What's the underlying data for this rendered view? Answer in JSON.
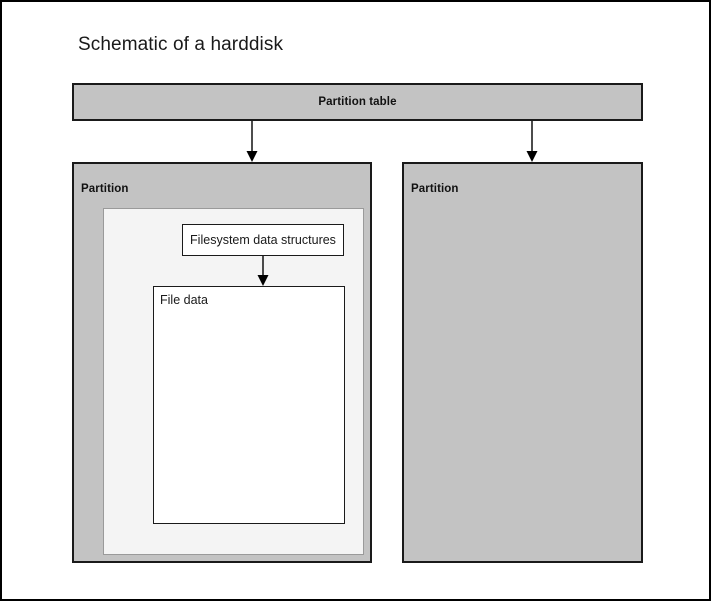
{
  "diagram": {
    "title": "Schematic of a harddisk",
    "partition_table": {
      "label": "Partition table"
    },
    "partitions": [
      {
        "label": "Partition",
        "filesystem_box": {
          "label": "Filesystem data structures"
        },
        "file_data_box": {
          "label": "File data"
        }
      },
      {
        "label": "Partition"
      }
    ],
    "colors": {
      "gray_fill": "#c3c3c3",
      "light_fill": "#f4f4f4",
      "white_fill": "#ffffff",
      "stroke": "#1a1a1a",
      "inner_stroke": "#9a9a9a",
      "page_border": "#000000"
    },
    "connectors": [
      {
        "from": "partition-table",
        "to": "partition-1"
      },
      {
        "from": "partition-table",
        "to": "partition-2"
      }
    ]
  }
}
